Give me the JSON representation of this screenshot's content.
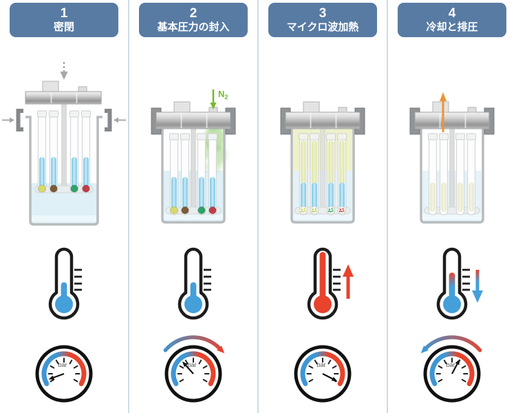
{
  "panels": [
    {
      "number": "1",
      "label": "密閉"
    },
    {
      "number": "2",
      "label": "基本圧力の封入",
      "gas": {
        "symbol": "N",
        "subscript": "2"
      }
    },
    {
      "number": "3",
      "label": "マイクロ波加熱"
    },
    {
      "number": "4",
      "label": "冷却と排圧"
    }
  ],
  "gauge": {
    "unit": "bar"
  },
  "colors": {
    "header_bg": "#587ba3",
    "header_text": "#ffffff",
    "divider": "#ccdde4",
    "cold_blue": "#459fd8",
    "hot_red": "#e8432c",
    "gauge_blue": "#3f96d2",
    "gauge_red": "#e8432c",
    "n2_green": "#76b82a",
    "vent_orange": "#f09330",
    "tube_liquid_blue": "#8fd5ef",
    "bath_blue": "#dff0f7",
    "gas_yellow": "#eef1ca",
    "solvent_pale_yellow": "#efefda",
    "metal_gray": "#b5b5b5",
    "balls": [
      "#d8db67",
      "#7b5a3a",
      "#2ea36b",
      "#c03c49"
    ]
  }
}
